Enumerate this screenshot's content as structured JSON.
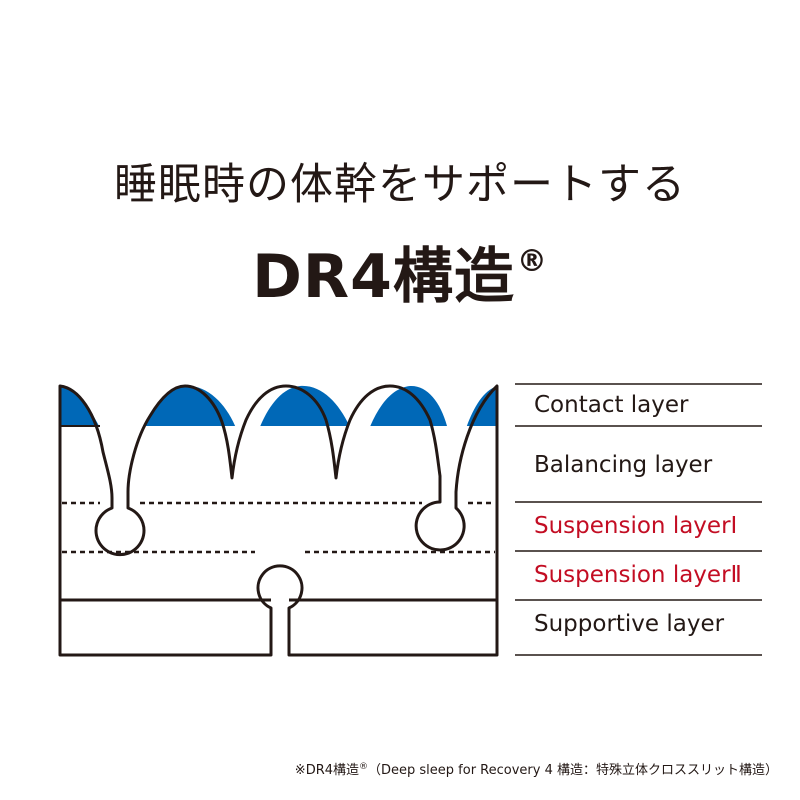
{
  "heading": {
    "subtitle": "睡眠時の体幹をサポートする",
    "title": "DR4構造",
    "title_mark": "®"
  },
  "layers": [
    {
      "name": "Contact layer",
      "color": "#231815"
    },
    {
      "name": "Balancing layer",
      "color": "#231815"
    },
    {
      "name": "Suspension layerⅠ",
      "color": "#c30d23"
    },
    {
      "name": "Suspension layerⅡ",
      "color": "#c30d23"
    },
    {
      "name": "Supportive layer",
      "color": "#231815"
    }
  ],
  "colors": {
    "line": "#231815",
    "contact_blue": "#0068b7",
    "accent_red": "#c30d23"
  },
  "footnote": {
    "prefix": "※DR4構造",
    "mark": "®",
    "text": "（Deep sleep for Recovery 4 構造：特殊立体クロススリット構造）"
  }
}
